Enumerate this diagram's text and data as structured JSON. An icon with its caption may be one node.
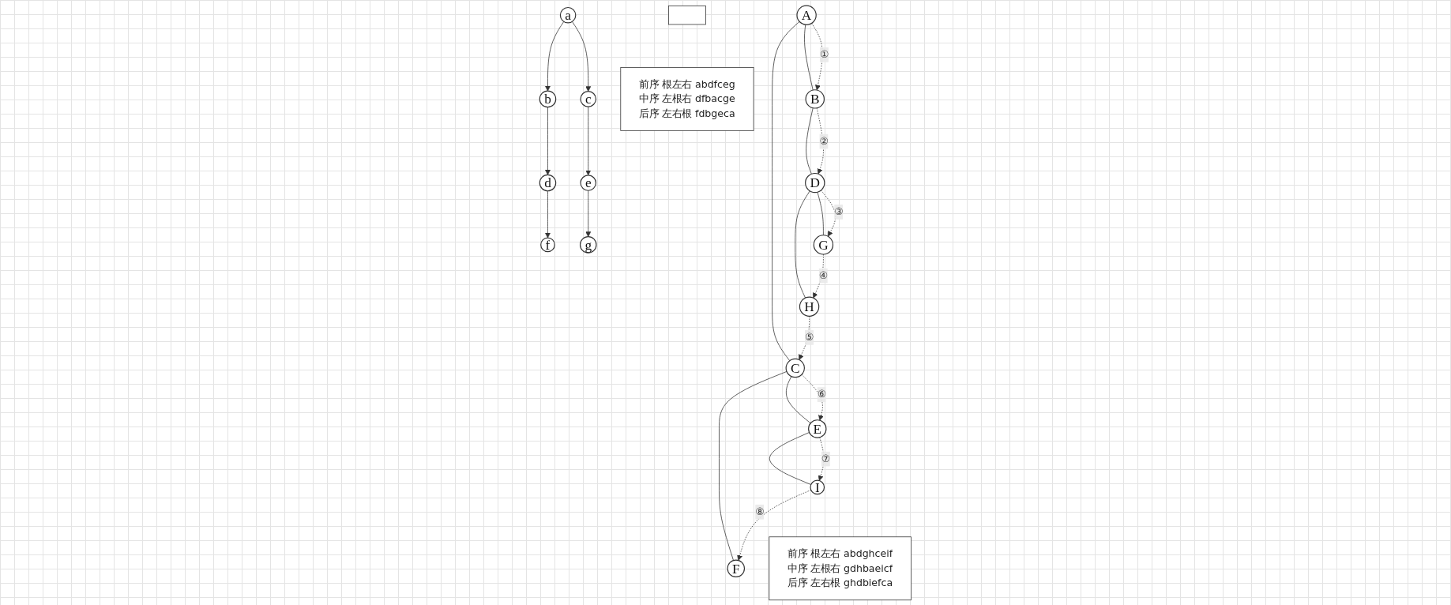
{
  "diagram": {
    "nodes": [
      {
        "text": [],
        "shape": "box"
      },
      {
        "text": [
          "a"
        ]
      },
      {
        "text": [
          "b"
        ]
      },
      {
        "text": [
          "c"
        ]
      },
      {
        "text": [
          "d"
        ]
      },
      {
        "text": [
          "e"
        ]
      },
      {
        "text": [
          "f"
        ]
      },
      {
        "text": [
          "g"
        ]
      },
      {
        "text": [
          "前序 根左右 abdfceg",
          "中序 左根右 dfbacge",
          "后序 左右根 fdbgeca"
        ]
      },
      {
        "text": [
          "A"
        ]
      },
      {
        "text": [
          "B"
        ]
      },
      {
        "text": [
          "C"
        ]
      },
      {
        "text": [
          "D"
        ]
      },
      {
        "text": [
          "E"
        ]
      },
      {
        "text": [
          "F"
        ]
      },
      {
        "text": [
          "G"
        ]
      },
      {
        "text": [
          "H"
        ]
      },
      {
        "text": [
          "I"
        ]
      },
      {
        "text": [
          "前序 根左右 abdghceif",
          "中序 左根右 gdhbaeicf",
          "后序 左右根 ghdbiefca"
        ]
      }
    ],
    "edges": [
      {
        "from": 1,
        "to": 2,
        "arrow": "to"
      },
      {
        "from": 1,
        "to": 3,
        "arrow": "to"
      },
      {
        "from": 2,
        "to": 4,
        "arrow": "to"
      },
      {
        "from": 4,
        "to": 6,
        "arrow": "to"
      },
      {
        "from": 3,
        "to": 5,
        "arrow": "to"
      },
      {
        "from": 5,
        "to": 7,
        "arrow": "to"
      },
      {
        "from": 9,
        "to": 10,
        "arrow": "none"
      },
      {
        "from": 9,
        "to": 11,
        "arrow": "none"
      },
      {
        "from": 10,
        "to": 12,
        "arrow": "none"
      },
      {
        "from": 11,
        "to": 13,
        "arrow": "none"
      },
      {
        "from": 11,
        "to": 14,
        "arrow": "none"
      },
      {
        "from": 12,
        "to": 15,
        "arrow": "none"
      },
      {
        "from": 12,
        "to": 16,
        "arrow": "none"
      },
      {
        "from": 13,
        "to": 17,
        "arrow": "none"
      },
      {
        "from": 9,
        "to": 10,
        "arrow": "to",
        "style": "dashed",
        "label": "①"
      },
      {
        "from": 10,
        "to": 12,
        "arrow": "to",
        "style": "dashed",
        "label": "②"
      },
      {
        "from": 12,
        "to": 15,
        "arrow": "to",
        "style": "dashed",
        "label": "③"
      },
      {
        "from": 15,
        "to": 16,
        "arrow": "to",
        "style": "dashed",
        "label": "④"
      },
      {
        "from": 16,
        "to": 11,
        "arrow": "to",
        "style": "dashed",
        "label": "⑤"
      },
      {
        "from": 11,
        "to": 13,
        "arrow": "to",
        "style": "dashed",
        "label": "⑥"
      },
      {
        "from": 13,
        "to": 17,
        "arrow": "to",
        "style": "dashed",
        "label": "⑦"
      },
      {
        "from": 17,
        "to": 14,
        "arrow": "to",
        "style": "dashed",
        "label": "⑧"
      }
    ]
  }
}
